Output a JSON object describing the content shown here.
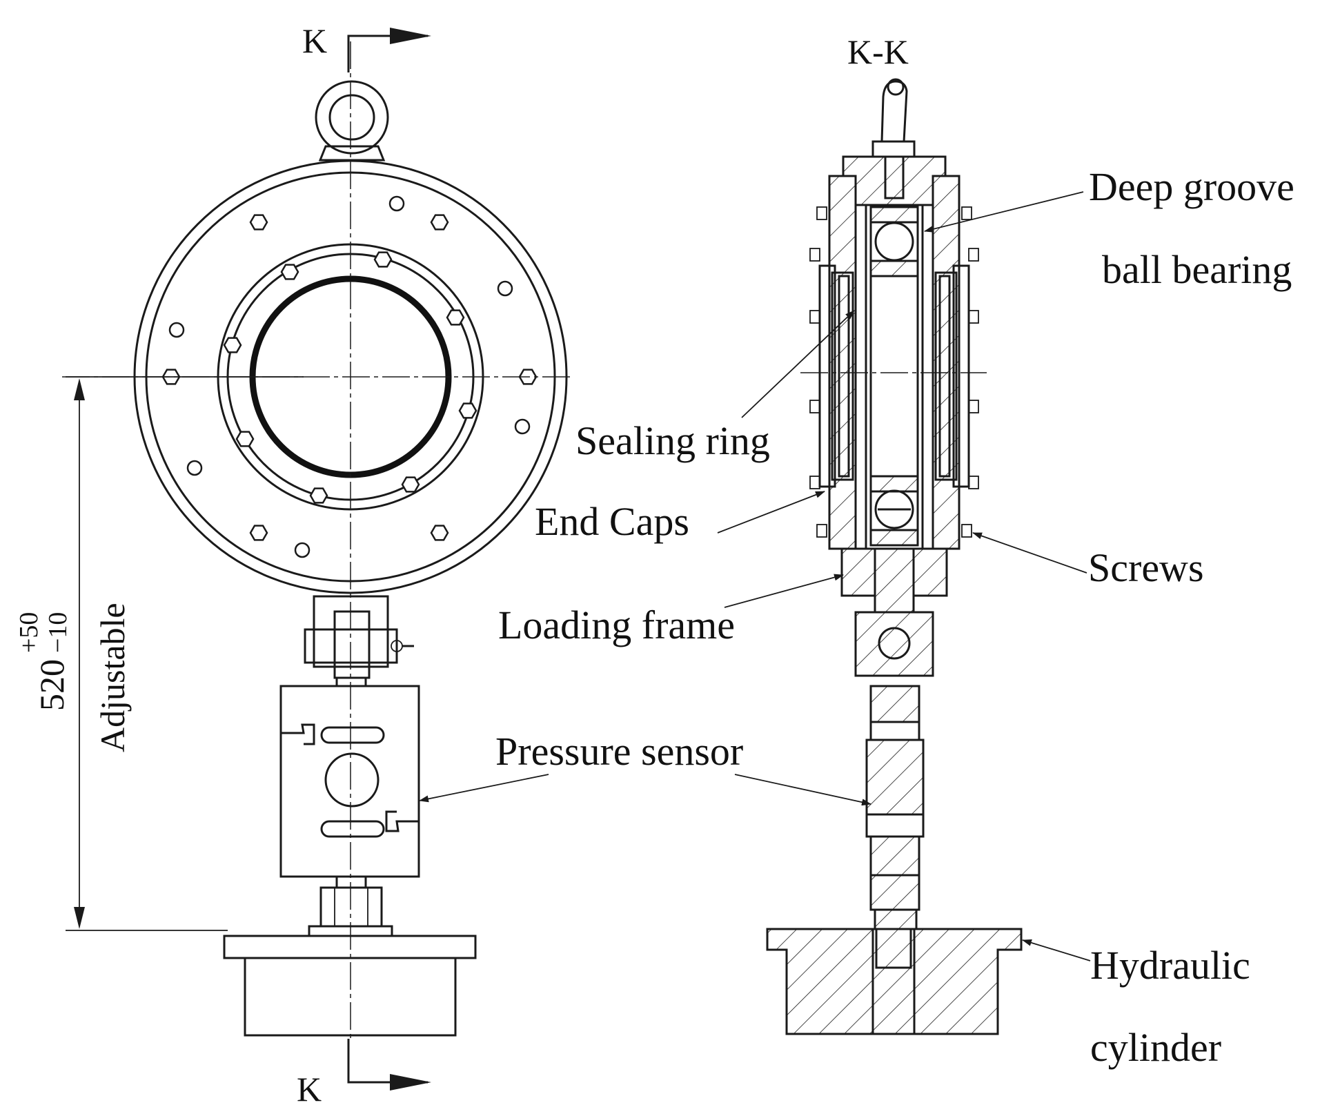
{
  "section_marks": {
    "top": "K",
    "bottom": "K",
    "view_title": "K-K"
  },
  "dimension": {
    "nominal": "520",
    "upper_tol": "+50",
    "lower_tol": "−10",
    "note": "Adjustable"
  },
  "labels": {
    "deep_groove_line1": "Deep groove",
    "deep_groove_line2": "ball bearing",
    "sealing_ring": "Sealing ring",
    "end_caps": "End Caps",
    "screws": "Screws",
    "loading_frame": "Loading frame",
    "pressure_sensor": "Pressure sensor",
    "hydraulic_line1": "Hydraulic",
    "hydraulic_line2": "cylinder"
  }
}
